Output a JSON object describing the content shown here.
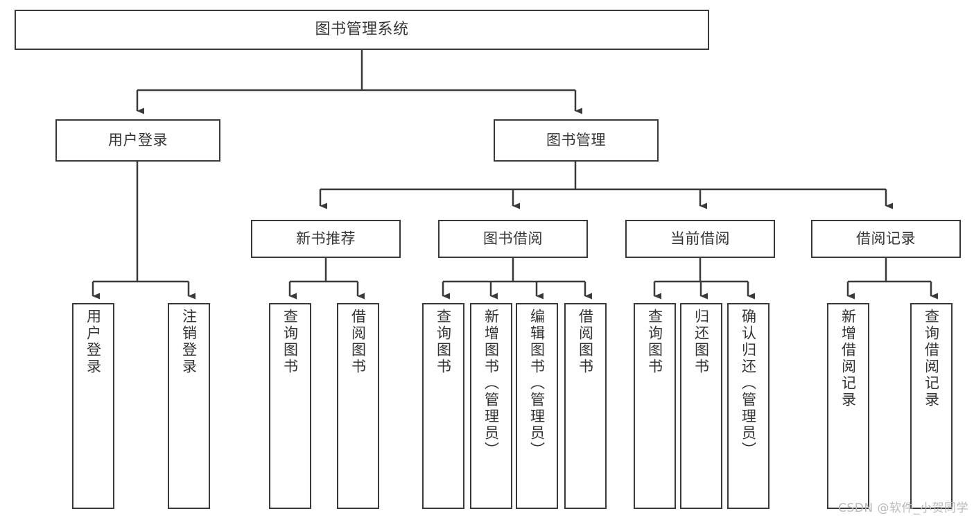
{
  "diagram": {
    "title": "图书管理系统",
    "watermark": "CSDN @软件_小贺同学",
    "line_color": "#3a3a3a",
    "text_color": "#333333",
    "background": "#ffffff",
    "nodes": {
      "root": {
        "label": "图书管理系统"
      },
      "level1": [
        {
          "id": "user-login",
          "label": "用户登录"
        },
        {
          "id": "book-manage",
          "label": "图书管理"
        }
      ],
      "level2": [
        {
          "id": "new-book-recommend",
          "label": "新书推荐"
        },
        {
          "id": "book-borrow",
          "label": "图书借阅"
        },
        {
          "id": "current-borrow",
          "label": "当前借阅"
        },
        {
          "id": "borrow-record",
          "label": "借阅记录"
        }
      ],
      "leaves": {
        "user_login": [
          {
            "id": "leaf-user-login",
            "label": "用户登录"
          },
          {
            "id": "leaf-logout-login",
            "label": "注销登录"
          }
        ],
        "new_book_recommend": [
          {
            "id": "leaf-query-book-1",
            "label": "查询图书"
          },
          {
            "id": "leaf-borrow-book-1",
            "label": "借阅图书"
          }
        ],
        "book_borrow": [
          {
            "id": "leaf-query-book-2",
            "label": "查询图书"
          },
          {
            "id": "leaf-add-book-admin",
            "label": "新增图书（管理员）"
          },
          {
            "id": "leaf-edit-book-admin",
            "label": "编辑图书（管理员）"
          },
          {
            "id": "leaf-borrow-book-2",
            "label": "借阅图书"
          }
        ],
        "current_borrow": [
          {
            "id": "leaf-query-book-3",
            "label": "查询图书"
          },
          {
            "id": "leaf-return-book",
            "label": "归还图书"
          },
          {
            "id": "leaf-confirm-return-admin",
            "label": "确认归还（管理员）"
          }
        ],
        "borrow_record": [
          {
            "id": "leaf-add-borrow-record",
            "label": "新增借阅记录"
          },
          {
            "id": "leaf-query-borrow-record",
            "label": "查询借阅记录"
          }
        ]
      }
    }
  }
}
